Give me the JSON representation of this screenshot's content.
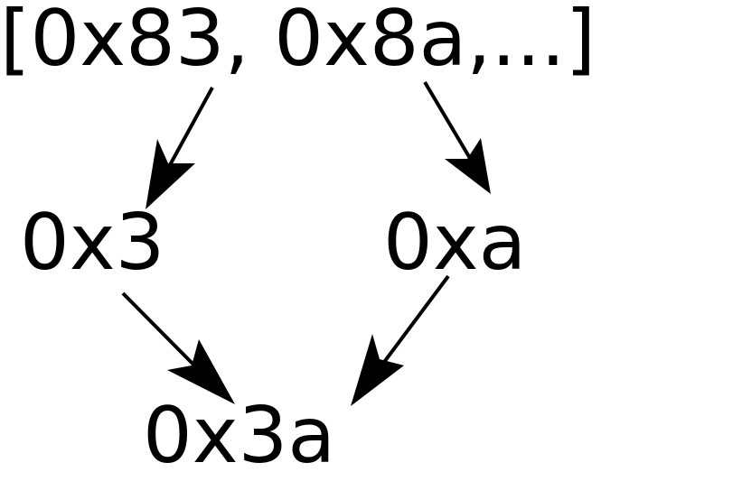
{
  "diagram": {
    "top_sequence": "[0x83, 0x8a,...]",
    "left_nibble": "0x3",
    "right_nibble": "0xa",
    "result": "0x3a"
  },
  "colors": {
    "foreground": "#000000",
    "background": "#ffffff"
  }
}
